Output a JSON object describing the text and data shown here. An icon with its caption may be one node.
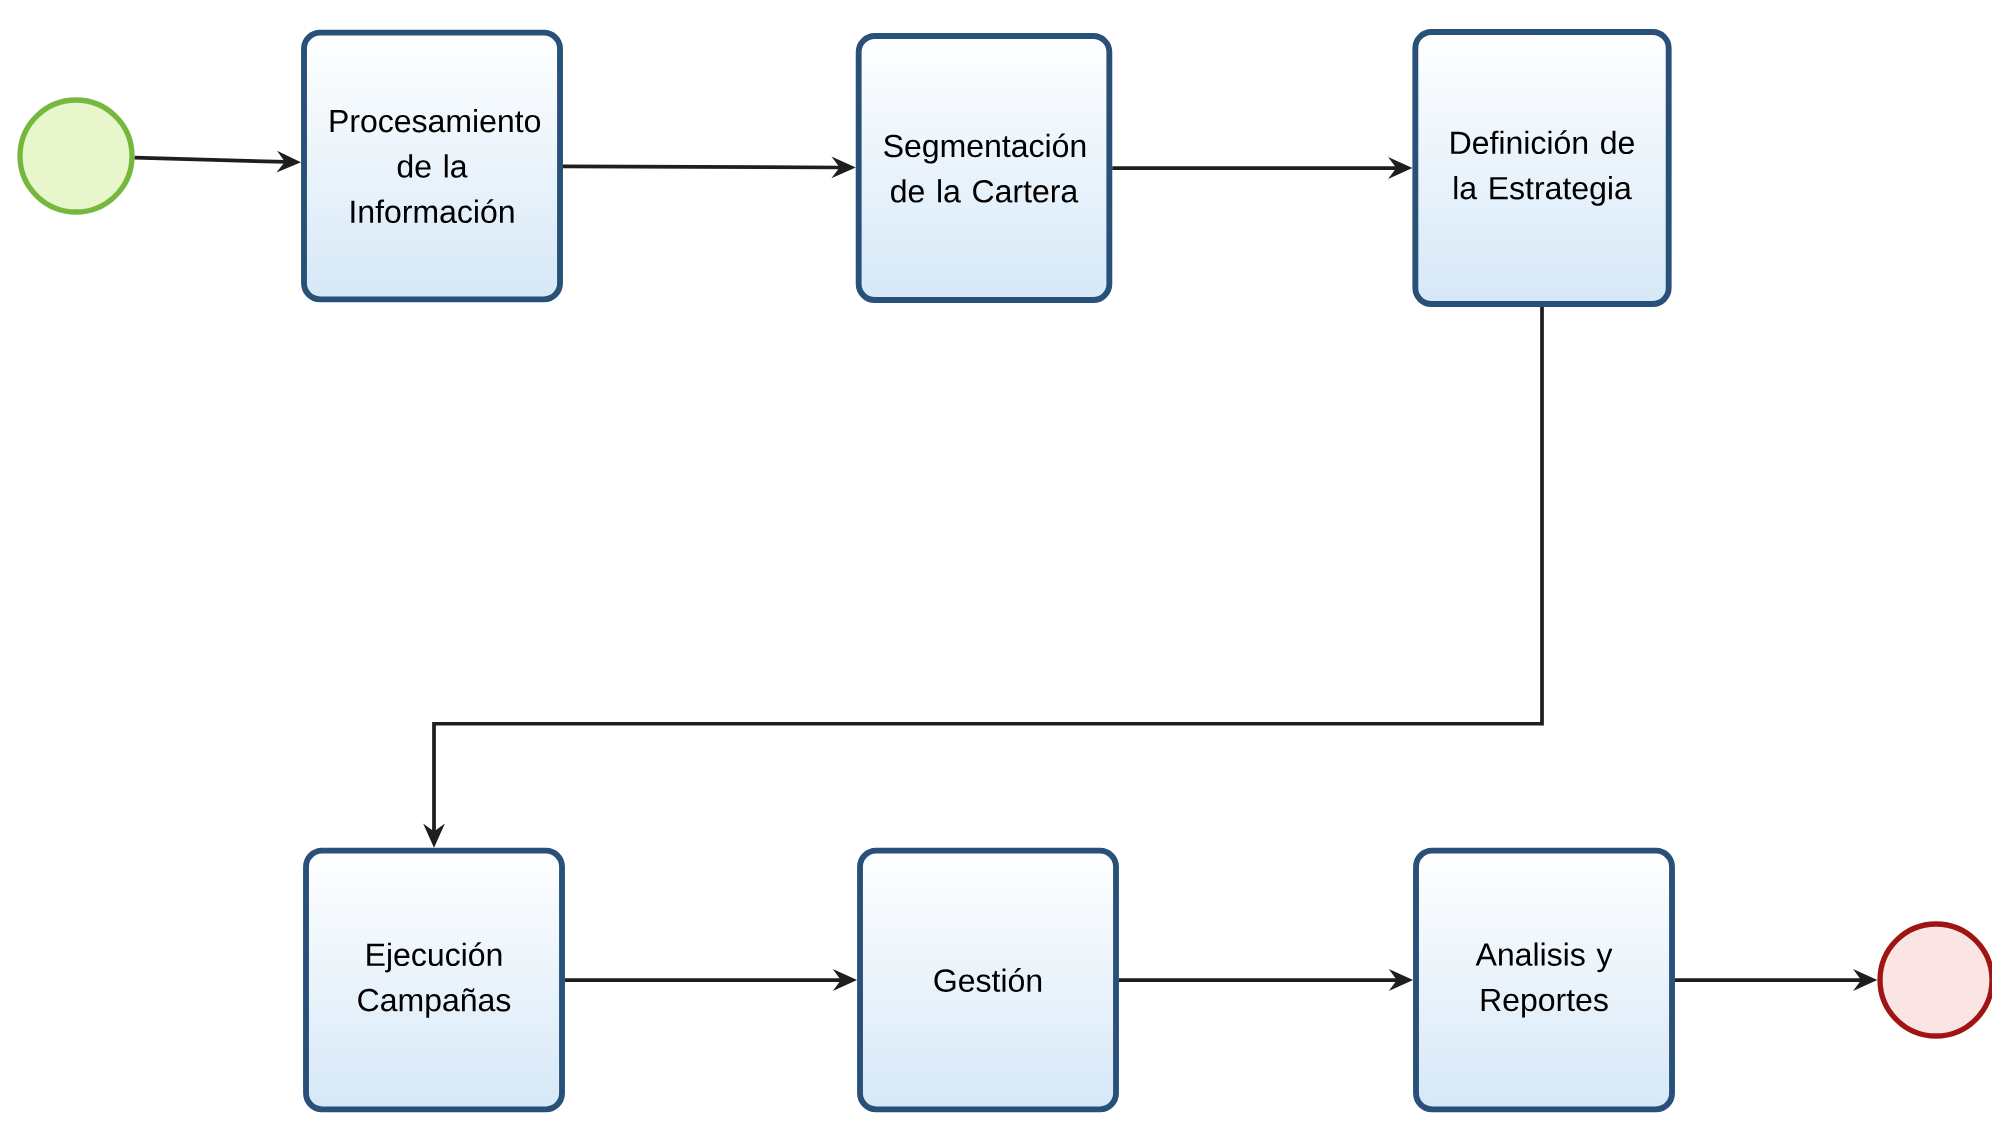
{
  "diagram": {
    "nodes": [
      {
        "text": [],
        "shape": "circle"
      },
      {
        "text": [
          "Procesamiento de la Información"
        ]
      },
      {
        "text": [
          "Segmentación de la Cartera"
        ]
      },
      {
        "text": [
          "Definición de la Estrategia"
        ]
      },
      {
        "text": [
          "Ejecución Campañas"
        ]
      },
      {
        "text": [
          "Gestión"
        ]
      },
      {
        "text": [
          "Analisis y Reportes"
        ]
      },
      {
        "text": [],
        "shape": "circle"
      }
    ],
    "edges": [
      {
        "from": 0,
        "to": 1,
        "arrow": "to"
      },
      {
        "from": 1,
        "to": 2,
        "arrow": "to"
      },
      {
        "from": 2,
        "to": 3,
        "arrow": "to"
      },
      {
        "from": 3,
        "to": 4,
        "arrow": "to"
      },
      {
        "from": 4,
        "to": 5,
        "arrow": "to"
      },
      {
        "from": 5,
        "to": 6,
        "arrow": "to"
      },
      {
        "from": 6,
        "to": 7,
        "arrow": "to"
      }
    ]
  }
}
